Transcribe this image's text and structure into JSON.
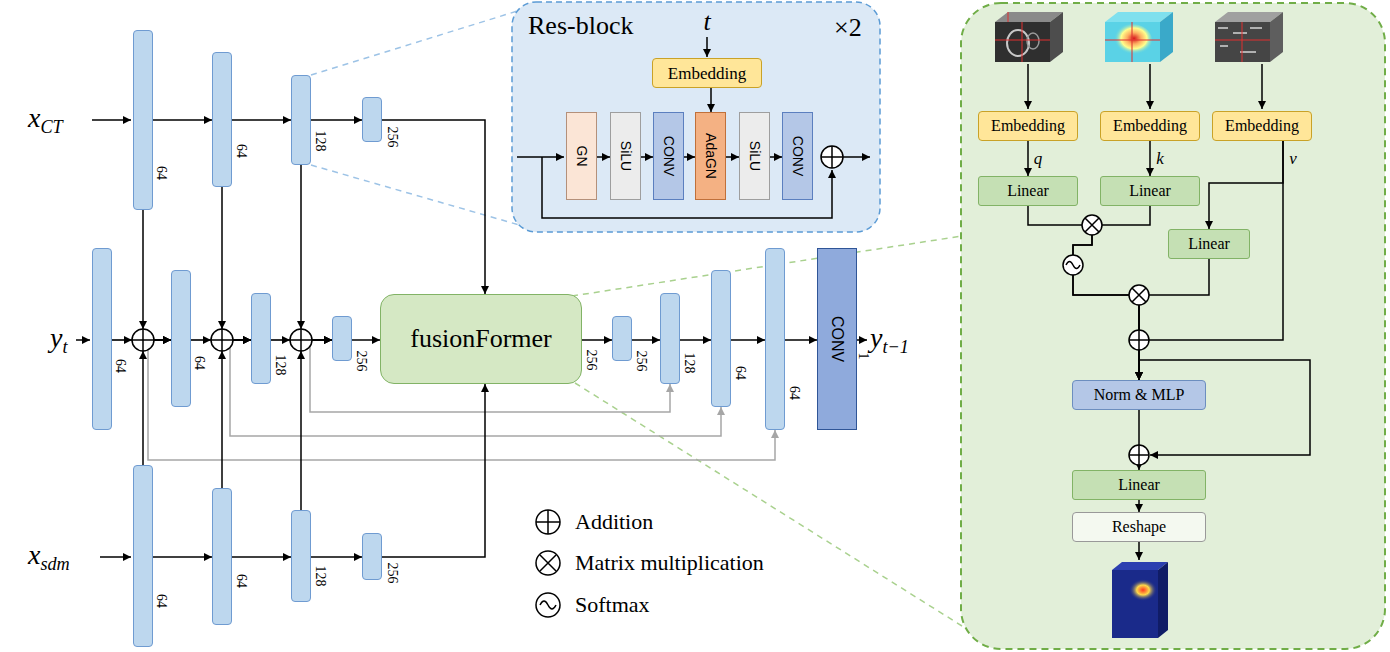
{
  "diagram": {
    "nodes": [
      {
        "text": [
          "64"
        ]
      },
      {
        "text": [
          "64"
        ]
      },
      {
        "text": [
          "128"
        ]
      },
      {
        "text": [
          "256"
        ]
      },
      {
        "text": [
          "Res-block",
          "×2"
        ]
      },
      {
        "text": [
          "Embedding"
        ],
        "in": 4
      },
      {
        "text": [
          "GN"
        ],
        "in": 4
      },
      {
        "text": [
          "SiLU"
        ],
        "in": 4
      },
      {
        "text": [
          "CONV"
        ],
        "in": 4
      },
      {
        "text": [
          "AdaGN"
        ],
        "in": 4
      },
      {
        "text": [
          "SiLU"
        ],
        "in": 4
      },
      {
        "text": [
          "CONV"
        ],
        "in": 4
      },
      {
        "text": [
          "64"
        ]
      },
      {
        "text": [
          "64"
        ]
      },
      {
        "text": [
          "128"
        ]
      },
      {
        "text": [
          "256"
        ]
      },
      {
        "text": [
          "fusionFormer"
        ]
      },
      {
        "text": [
          "256"
        ]
      },
      {
        "text": [
          "128"
        ]
      },
      {
        "text": [
          "64"
        ]
      },
      {
        "text": [
          "64"
        ]
      },
      {
        "text": [
          "CONV"
        ]
      },
      {
        "text": [
          "64"
        ]
      },
      {
        "text": [
          "64"
        ]
      },
      {
        "text": [
          "128"
        ]
      },
      {
        "text": [
          "256"
        ]
      },
      {
        "text": [
          "Embedding"
        ]
      },
      {
        "text": [
          "Embedding"
        ]
      },
      {
        "text": [
          "Embedding"
        ]
      },
      {
        "text": [
          "Linear"
        ]
      },
      {
        "text": [
          "Linear"
        ]
      },
      {
        "text": [
          "Linear"
        ]
      },
      {
        "text": [
          "Norm & MLP"
        ]
      },
      {
        "text": [
          "Linear"
        ]
      },
      {
        "text": [
          "Reshape"
        ]
      }
    ],
    "edges": [
      {
        "from": 12,
        "to": 20,
        "arrow": "to"
      },
      {
        "from": 13,
        "to": 19,
        "arrow": "to"
      },
      {
        "from": 14,
        "to": 18,
        "arrow": "to"
      },
      {
        "from": 0,
        "to": 1,
        "arrow": "to"
      },
      {
        "from": 1,
        "to": 2,
        "arrow": "to"
      },
      {
        "from": 2,
        "to": 3,
        "arrow": "to"
      },
      {
        "from": 3,
        "to": 16,
        "arrow": "to"
      },
      {
        "from": 0,
        "to": 13,
        "arrow": "to"
      },
      {
        "from": 12,
        "to": 13,
        "arrow": "to"
      },
      {
        "from": 22,
        "to": 13,
        "arrow": "to"
      },
      {
        "from": 1,
        "to": 14,
        "arrow": "to"
      },
      {
        "from": 13,
        "to": 14,
        "arrow": "to"
      },
      {
        "from": 23,
        "to": 14,
        "arrow": "to"
      },
      {
        "from": 2,
        "to": 15,
        "arrow": "to"
      },
      {
        "from": 14,
        "to": 15,
        "arrow": "to"
      },
      {
        "from": 24,
        "to": 15,
        "arrow": "to"
      },
      {
        "from": 15,
        "to": 16,
        "arrow": "to"
      },
      {
        "from": 25,
        "to": 16,
        "arrow": "to"
      },
      {
        "from": 16,
        "to": 17,
        "arrow": "to"
      },
      {
        "from": 17,
        "to": 18,
        "arrow": "to"
      },
      {
        "from": 18,
        "to": 19,
        "arrow": "to"
      },
      {
        "from": 19,
        "to": 20,
        "arrow": "to"
      },
      {
        "from": 20,
        "to": 21,
        "arrow": "to"
      },
      {
        "from": 22,
        "to": 23,
        "arrow": "to"
      },
      {
        "from": 23,
        "to": 24,
        "arrow": "to"
      },
      {
        "from": 24,
        "to": 25,
        "arrow": "to"
      },
      {
        "from": 5,
        "to": 9,
        "arrow": "to"
      },
      {
        "from": 6,
        "to": 7,
        "arrow": "to"
      },
      {
        "from": 7,
        "to": 8,
        "arrow": "to"
      },
      {
        "from": 8,
        "to": 9,
        "arrow": "to"
      },
      {
        "from": 9,
        "to": 10,
        "arrow": "to"
      },
      {
        "from": 10,
        "to": 11,
        "arrow": "to"
      },
      {
        "from": 26,
        "to": 29,
        "label": "q",
        "arrow": "to"
      },
      {
        "from": 27,
        "to": 30,
        "label": "k",
        "arrow": "to"
      },
      {
        "from": 28,
        "to": 31,
        "label": "v",
        "arrow": "to"
      },
      {
        "from": 28,
        "to": 32,
        "arrow": "to"
      },
      {
        "from": 29,
        "to": 32,
        "arrow": "to"
      },
      {
        "from": 30,
        "to": 32,
        "arrow": "to"
      },
      {
        "from": 31,
        "to": 32,
        "arrow": "to"
      },
      {
        "from": 32,
        "to": 33,
        "arrow": "to"
      },
      {
        "from": 33,
        "to": 34,
        "arrow": "to"
      }
    ],
    "labels": [
      "xCT",
      "t",
      "yt",
      "256",
      "1",
      "yt−1",
      "xsdm"
    ],
    "legend": [
      {
        "text": "Addition"
      },
      {
        "text": "Matrix multiplication"
      },
      {
        "text": "Softmax"
      }
    ]
  }
}
